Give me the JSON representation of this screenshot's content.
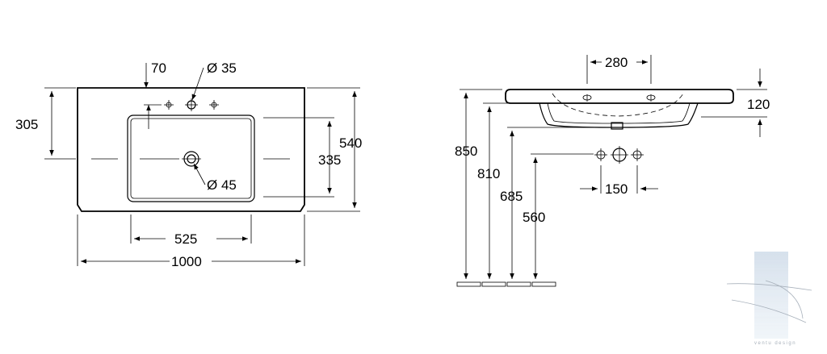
{
  "drawing": {
    "plan_view": {
      "tap_offset": "70",
      "tap_hole_diameter": "Ø 35",
      "waste_diameter": "Ø 45",
      "depth_to_tap": "305",
      "bowl_width": "525",
      "bowl_depth": "335",
      "overall_depth": "540",
      "overall_width": "1000"
    },
    "side_view": {
      "tap_spacing_top": "280",
      "rim_height": "120",
      "height_850": "850",
      "height_810": "810",
      "height_685": "685",
      "height_560": "560",
      "tap_spacing": "150"
    },
    "watermark": {
      "text": "ventu design"
    }
  }
}
